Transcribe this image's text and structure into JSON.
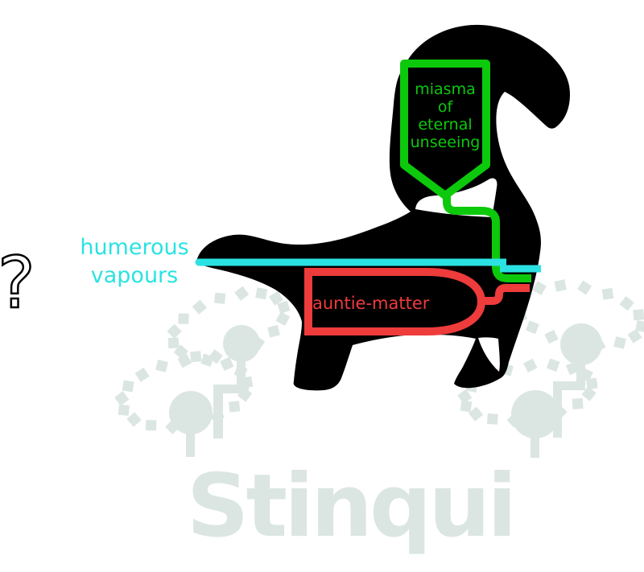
{
  "brand": {
    "wordmark": "Stinqui"
  },
  "indicators": {
    "question_mark": "?"
  },
  "annotations": {
    "tail_cloud": {
      "lines": [
        "miasma",
        "of",
        "eternal",
        "unseeing"
      ],
      "color": "#0cc90c"
    },
    "spray_line": {
      "lines": [
        "humerous",
        "vapours"
      ],
      "color": "#2be2e2"
    },
    "belly_chamber": {
      "label": "auntie-matter",
      "color": "#ee3b3b"
    }
  },
  "colors": {
    "silhouette": "#000000",
    "watermark": "#dbe6e2",
    "background": "#ffffff",
    "question_mark_fill": "#ffffff",
    "question_mark_outline": "#000000"
  }
}
